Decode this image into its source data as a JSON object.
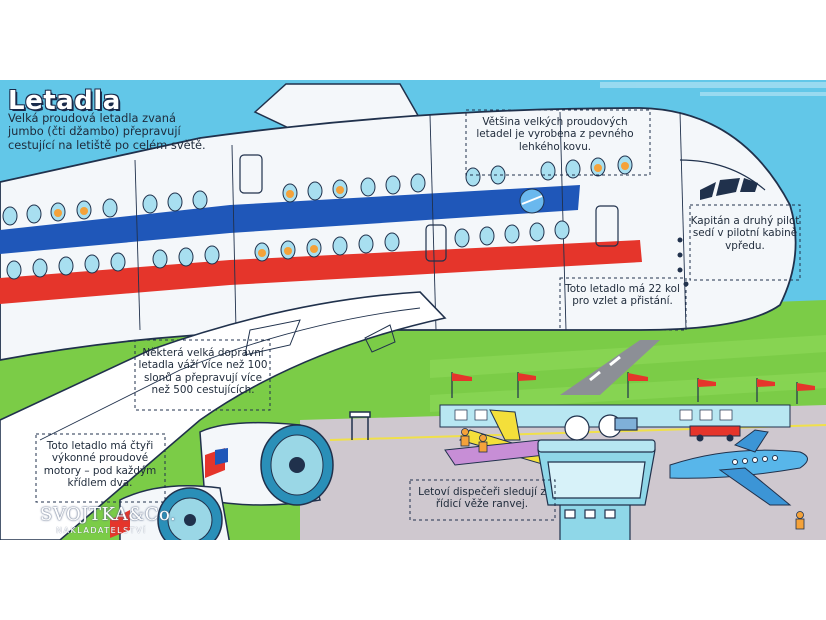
{
  "page": {
    "title": "Letadla",
    "intro": "Velká proudová letadla zvaná jumbo (čti džambo) přepravují cestující na letiště po celém světě."
  },
  "facts": [
    "Většina velkých proudových letadel je vyrobena z pevného lehkého kovu.",
    "Kapitán a druhý pilot sedí v pilotní kabině vpředu.",
    "Toto letadlo má 22 kol pro vzlet a přistání.",
    "Některá velká dopravní letadla váží více než 100 slonů a přepravují více než 500 cestujících.",
    "Toto letadlo má čtyři výkonné proudové motory – pod každým křídlem dva.",
    "Letoví dispečeři sledují z řídicí věže ranvej."
  ],
  "watermark": {
    "name": "SVOJTKA&Co.",
    "sub": "NAKLADATELSTVÍ"
  },
  "colors": {
    "sky": "#62c7e8",
    "grass": "#7bcc47",
    "fuselage": "#f4f7fa",
    "stripe_blue": "#1f57b9",
    "stripe_red": "#e5352b",
    "window": "#a8dff0",
    "tower": "#8fd7e8",
    "outline": "#20314c"
  }
}
